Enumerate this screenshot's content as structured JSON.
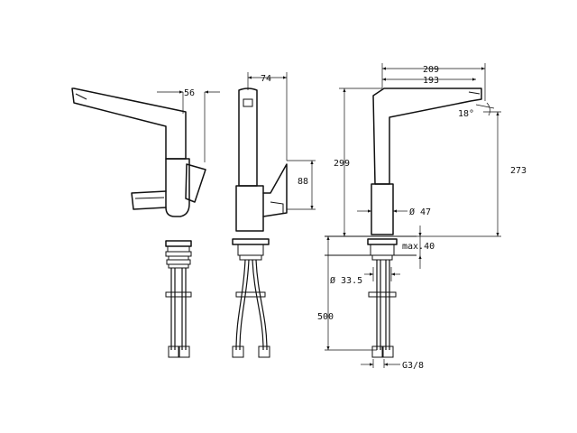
{
  "dimensions": {
    "spout_offset_side": "56",
    "body_offset_front": "74",
    "lever_height": "88",
    "overall_reach": "209",
    "spout_reach": "193",
    "spout_angle": "18°",
    "overall_height": "299",
    "spout_height": "273",
    "body_diameter": "Ø 47",
    "max_deck": "max.40",
    "hole_diameter": "Ø 33.5",
    "hose_length": "500",
    "thread": "G3/8"
  }
}
